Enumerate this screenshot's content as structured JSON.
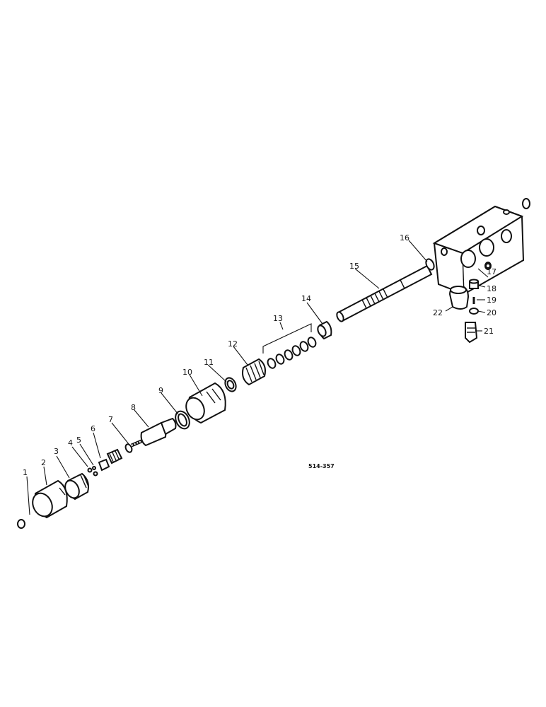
{
  "diagram": {
    "drawing_code": "514-357",
    "callouts": [
      "1",
      "2",
      "3",
      "4",
      "5",
      "6",
      "7",
      "8",
      "9",
      "10",
      "11",
      "12",
      "13",
      "14",
      "15",
      "16",
      "17",
      "18",
      "19",
      "20",
      "21",
      "22"
    ]
  }
}
